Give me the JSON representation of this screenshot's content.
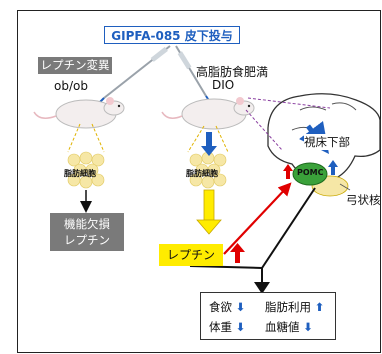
{
  "title": "GIPFA-085 皮下投与",
  "left_group": {
    "label_line1": "レプチン変異",
    "label_line2": "ob/ob",
    "fat_label": "脂肪細胞",
    "outcome_line1": "機能欠損",
    "outcome_line2": "レプチン"
  },
  "center_group": {
    "label_line1": "高脂肪食肥満",
    "label_line2": "DIO",
    "fat_label": "脂肪細胞",
    "leptin_label": "レプチン"
  },
  "brain": {
    "region_label": "視床下部",
    "pomc_label": "POMC",
    "nucleus_label": "弓状核"
  },
  "results": {
    "food_intake": "食欲",
    "fat_utilization": "脂肪利用",
    "body_weight": "体重",
    "blood_glucose": "血糖値"
  },
  "colors": {
    "down_arrow": "#1f5fbf",
    "up_arrow": "#1f5fbf",
    "leptin_up": "#e00000",
    "pomc_fill": "#3aa13a",
    "leptin_box": "#ffec00",
    "fat_cells": "#f6e7a6"
  }
}
